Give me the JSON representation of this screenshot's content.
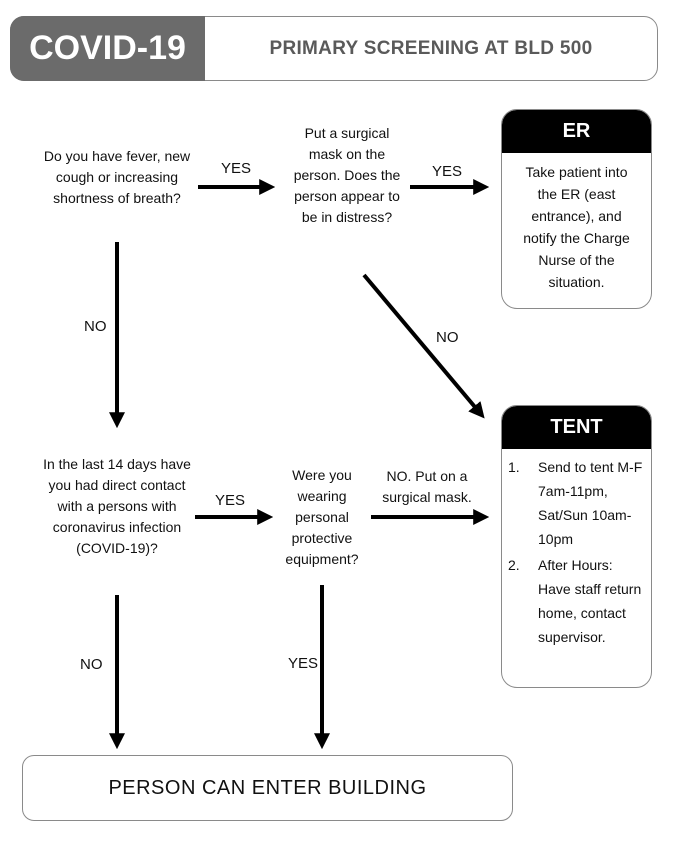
{
  "header": {
    "badge": "COVID-19",
    "subtitle": "PRIMARY SCREENING AT BLD 500"
  },
  "questions": {
    "fever": "Do you have fever, new cough or increasing shortness of breath?",
    "mask_distress": "Put a surgical mask on the person. Does the person appear to be in distress?",
    "contact": "In the last 14 days have you had direct contact with a persons with coronavirus infection (COVID-19)?",
    "ppe": "Were you wearing personal protective equipment?"
  },
  "labels": {
    "yes_1": "YES",
    "yes_2": "YES",
    "no_1": "NO",
    "no_2": "NO",
    "yes_3": "YES",
    "no_mask": "NO. Put on a surgical mask.",
    "no_3": "NO",
    "yes_4": "YES"
  },
  "er": {
    "title": "ER",
    "text": "Take patient into the ER (east entrance), and notify the Charge Nurse of the situation."
  },
  "tent": {
    "title": "TENT",
    "items": [
      {
        "num": "1.",
        "text": "Send to tent M-F 7am-11pm, Sat/Sun 10am-10pm"
      },
      {
        "num": "2.",
        "text": "After Hours: Have staff return home, contact supervisor."
      }
    ]
  },
  "final": "PERSON CAN ENTER BUILDING"
}
